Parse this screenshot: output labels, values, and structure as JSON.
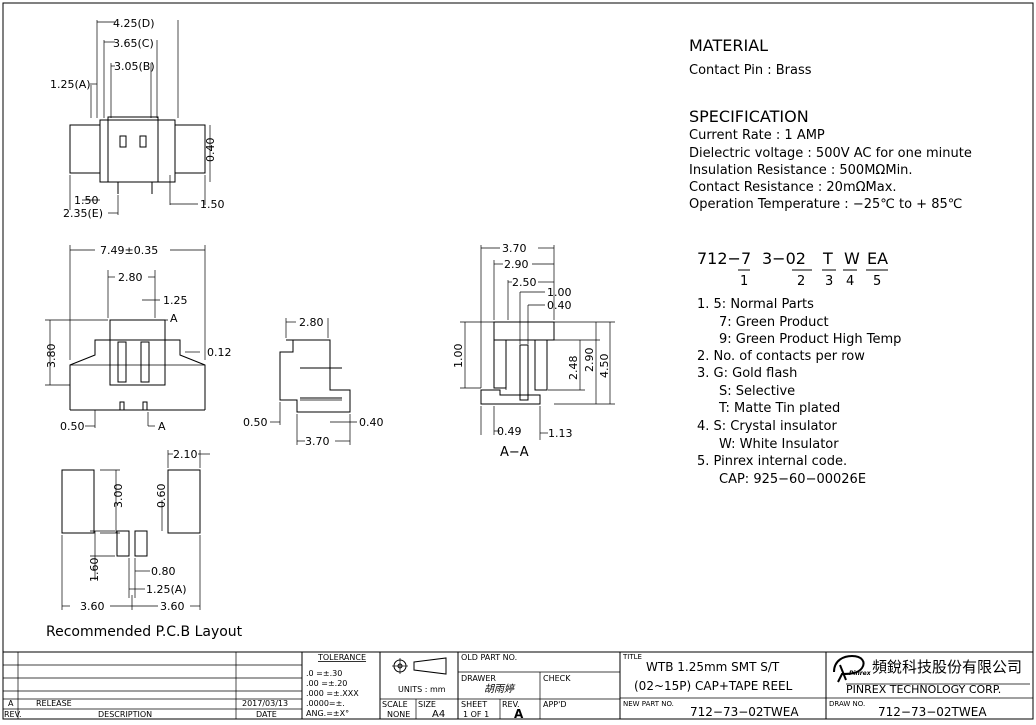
{
  "material": {
    "heading": "MATERIAL",
    "contact": "Contact Pin : Brass"
  },
  "specification": {
    "heading": "SPECIFICATION",
    "lines": [
      "Current Rate : 1 AMP",
      "Dielectric voltage : 500V AC for one minute",
      "Insulation Resistance : 500MΩMin.",
      "Contact Resistance : 20mΩMax.",
      "Operation Temperature : −25℃ to + 85℃"
    ]
  },
  "part_code": {
    "groups": [
      "712−7",
      "3−02",
      "T",
      "W",
      "EA"
    ],
    "indices": [
      "1",
      "2",
      "3",
      "4",
      "5"
    ]
  },
  "notes": [
    "1. 5: Normal Parts",
    "7: Green Product",
    "9: Green Product High Temp",
    "2. No. of contacts per row",
    "3. G: Gold flash",
    "S: Selective",
    "T: Matte Tin plated",
    "4. S: Crystal insulator",
    "W: White Insulator",
    "5. Pinrex internal code.",
    "CAP: 925−60−00026E"
  ],
  "dims": {
    "top": [
      "4.25(D)",
      "3.65(C)",
      "3.05(B)",
      "1.25(A)",
      "0.40",
      "1.50",
      "1.50",
      "2.35(E)"
    ],
    "front": [
      "7.49±0.35",
      "2.80",
      "1.25",
      "A",
      "3.80",
      "0.12",
      "0.50",
      "A"
    ],
    "side": [
      "2.80",
      "0.50",
      "0.40",
      "3.70"
    ],
    "section": [
      "3.70",
      "2.90",
      "2.50",
      "1.00",
      "0.40",
      "1.00",
      "2.48",
      "2.90",
      "4.50",
      "0.49",
      "1.13",
      "A−A"
    ],
    "pcb": [
      "2.10",
      "3.00",
      "0.60",
      "1.60",
      "0.80",
      "1.25(A)",
      "3.60",
      "3.60"
    ]
  },
  "pcb_caption": "Recommended P.C.B Layout",
  "title_block": {
    "tolerance_label": "TOLERANCE",
    "tolerances": [
      ".0    =±.30",
      ".00   =±.20",
      ".000  =±.XXX",
      ".0000=±.",
      "ANG.=±X°"
    ],
    "units": "UNITS : mm",
    "old_part_label": "OLD PART NO.",
    "drawer_label": "DRAWER",
    "drawer_name": "胡雨婷",
    "check_label": "CHECK",
    "scale_label": "SCALE",
    "scale_value": "NONE",
    "size_label": "SIZE",
    "size_value": "A4",
    "sheet_label": "SHEET",
    "sheet_value": "1 OF 1",
    "rev_label": "REV.",
    "rev_value": "A",
    "appd_label": "APP'D",
    "title_label": "TITLE",
    "title_line1": "WTB 1.25mm SMT S/T",
    "title_line2": "(02~15P) CAP+TAPE REEL",
    "new_part_label": "NEW PART NO.",
    "new_part_value": "712−73−02TWEA",
    "draw_no_label": "DRAW NO.",
    "draw_no_value": "712−73−02TWEA",
    "company_cn": "頻銳科技股份有限公司",
    "company_en": "PINREX TECHNOLOGY CORP.",
    "logo_text": "Pinrex",
    "rev_letter": "A",
    "release_text": "RELEASE",
    "release_date": "2017/03/13",
    "rev_header": "REV.",
    "description_header": "DESCRIPTION",
    "date_header": "DATE"
  }
}
